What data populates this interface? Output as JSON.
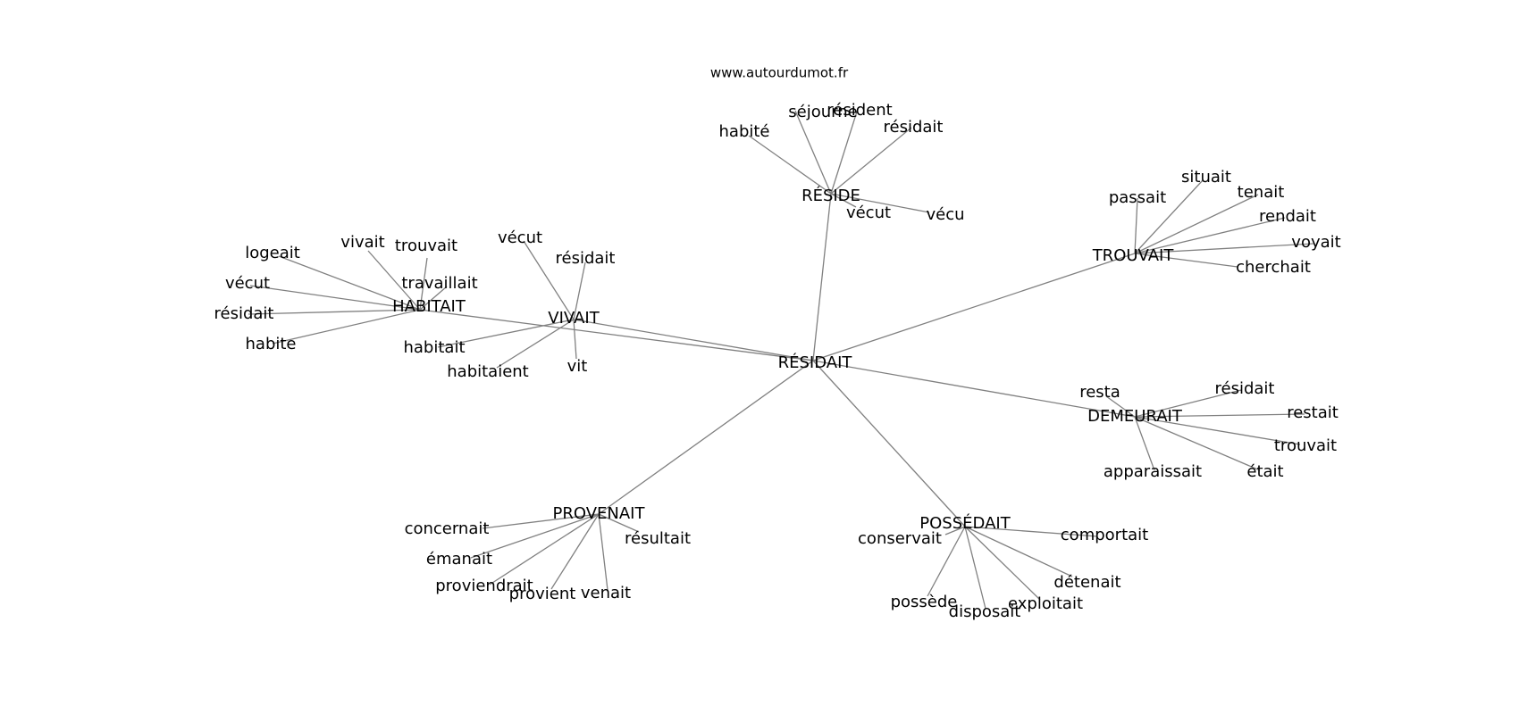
{
  "header": {
    "watermark": "www.autourdumot.fr"
  },
  "graph": {
    "center": "RÉSIDAIT",
    "clusters": [
      {
        "hub": "RÉSIDE",
        "words": [
          "habité",
          "séjourne",
          "résident",
          "résidait",
          "vécut",
          "vécu"
        ]
      },
      {
        "hub": "TROUVAIT",
        "words": [
          "passait",
          "situait",
          "tenait",
          "rendait",
          "voyait",
          "cherchait"
        ]
      },
      {
        "hub": "HABITAIT",
        "words": [
          "logeait",
          "vivait",
          "trouvait",
          "travaillait",
          "vécut",
          "résidait",
          "habite"
        ]
      },
      {
        "hub": "VIVAIT",
        "words": [
          "vécut",
          "résidait",
          "habitait",
          "habitaient",
          "vit"
        ]
      },
      {
        "hub": "DEMEURAIT",
        "words": [
          "resta",
          "résidait",
          "restait",
          "trouvait",
          "étai­t",
          "apparaissait"
        ]
      },
      {
        "hub": "PROVENAIT",
        "words": [
          "concernait",
          "émanait",
          "proviendrait",
          "provient",
          "venait",
          "résultait"
        ]
      },
      {
        "hub": "POSSÉDAIT",
        "words": [
          "conservait",
          "comportait",
          "détenait",
          "exploitait",
          "disposait",
          "possède"
        ]
      }
    ]
  }
}
